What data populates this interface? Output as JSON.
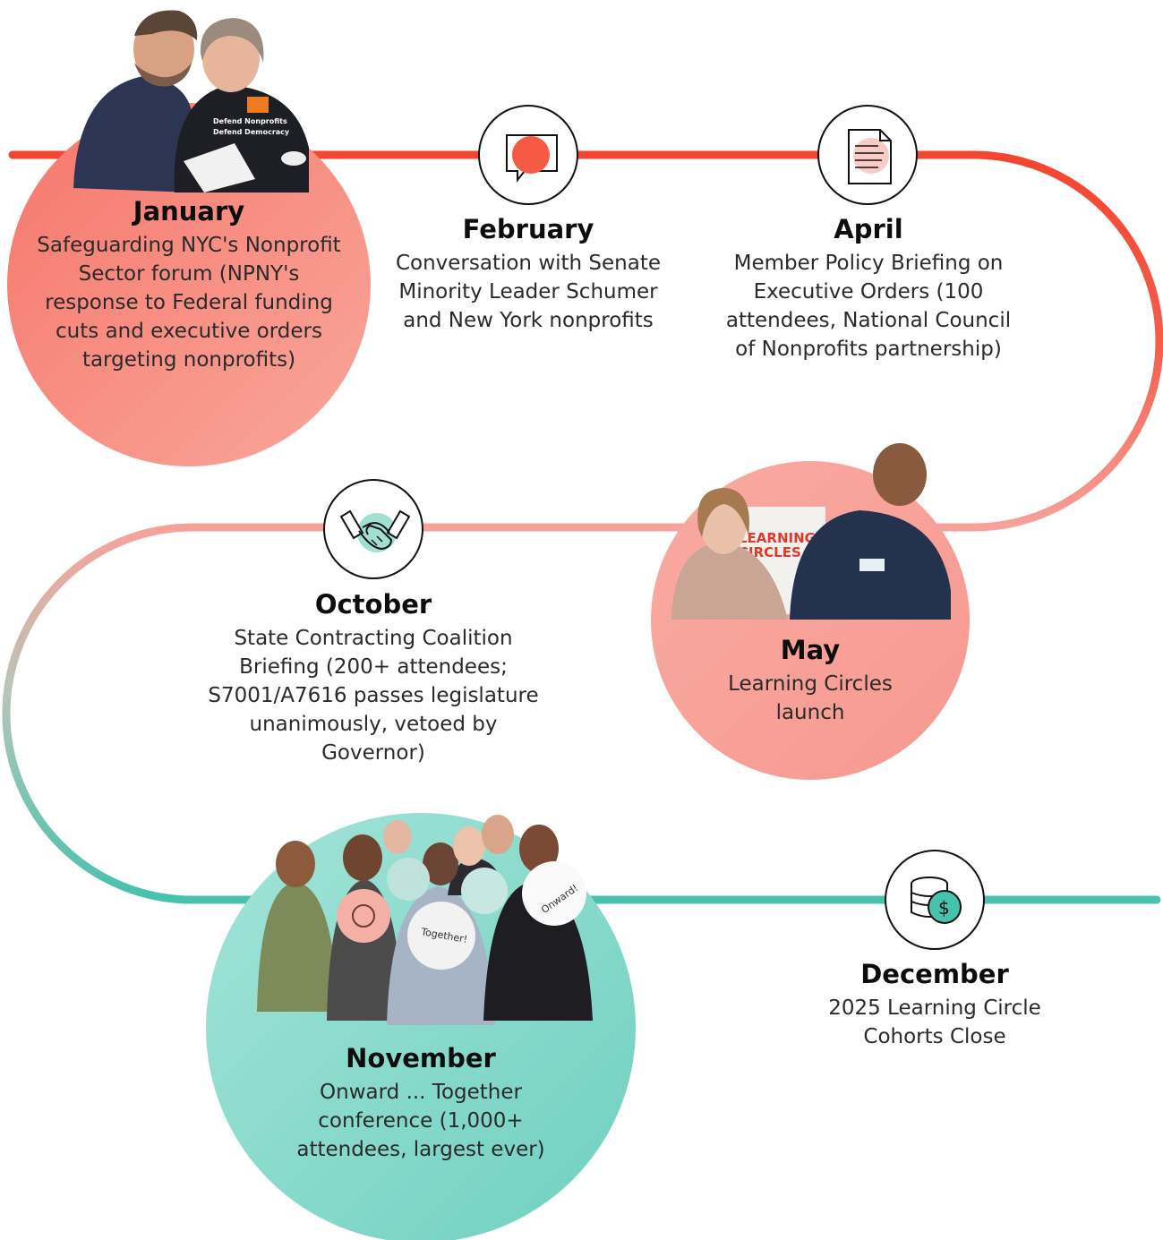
{
  "colors": {
    "coral": "#f3452f",
    "salmon": "#f6a29a",
    "teal": "#46c2ad",
    "january_circle": "#f77f73",
    "may_circle": "#f7a39b",
    "november_circle": "#8fded0"
  },
  "events": [
    {
      "id": "january",
      "month": "January",
      "desc": "Safeguarding NYC's Nonprofit Sector forum (NPNY's response to Federal funding cuts and executive orders targeting nonprofits)",
      "icon": "photo-two-people-reading"
    },
    {
      "id": "february",
      "month": "February",
      "desc": "Conversation with Senate Minority Leader Schumer and New York nonprofits",
      "icon": "speech-bubble-icon"
    },
    {
      "id": "april",
      "month": "April",
      "desc": "Member Policy Briefing on Executive Orders (100 attendees, National Council of Nonprofits partnership)",
      "icon": "document-icon"
    },
    {
      "id": "may",
      "month": "May",
      "desc": "Learning Circles launch",
      "icon": "photo-learning-circles"
    },
    {
      "id": "october",
      "month": "October",
      "desc": "State Contracting Coalition Briefing (200+ attendees; S7001/A7616 passes legislature unanimously, vetoed by Governor)",
      "icon": "handshake-icon"
    },
    {
      "id": "november",
      "month": "November",
      "desc": "Onward ... Together conference (1,000+ attendees, largest ever)",
      "icon": "photo-conference-group"
    },
    {
      "id": "december",
      "month": "December",
      "desc": "2025 Learning Circle Cohorts Close",
      "icon": "coins-dollar-icon"
    }
  ],
  "photo_texts": {
    "january_shirt": "Defend Nonprofits Defend Democracy",
    "may_poster": "LEARNING CIRCLES",
    "november_signs": [
      "Together!",
      "Onward!"
    ]
  }
}
